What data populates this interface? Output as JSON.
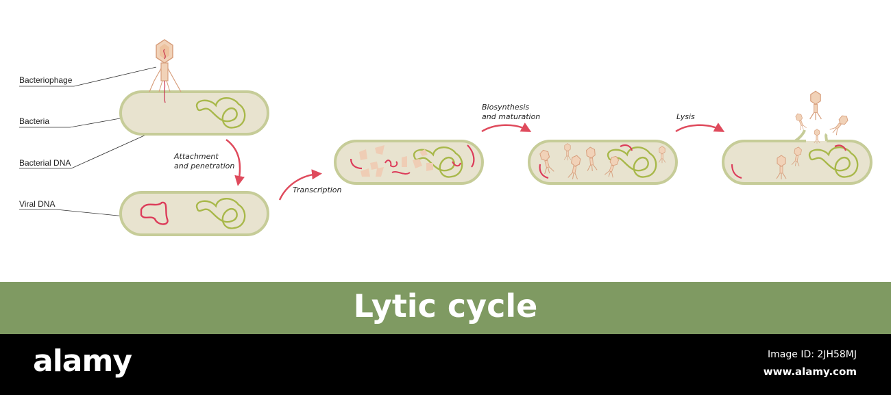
{
  "labels": {
    "bacteriophage": "Bacteriophage",
    "bacteria": "Bacteria",
    "bacterial_dna": "Bacterial DNA",
    "viral_dna": "Viral DNA"
  },
  "steps": {
    "attachment_1": "Attachment",
    "attachment_2": "and penetration",
    "transcription": "Transcription",
    "biosynthesis_1": "Biosynthesis",
    "biosynthesis_2": "and maturation",
    "lysis": "Lysis"
  },
  "title": "Lytic cycle",
  "footer": {
    "logo": "alamy",
    "image_id": "Image ID: 2JH58MJ",
    "site": "www.alamy.com"
  },
  "colors": {
    "cell_fill": "#e8e3cf",
    "cell_stroke": "#c6cc98",
    "bacterial_dna": "#a8b84a",
    "viral_dna": "#dc3c5a",
    "arrow": "#df4a5c",
    "phage": "#e7b896",
    "title_band": "#7f9a62"
  }
}
